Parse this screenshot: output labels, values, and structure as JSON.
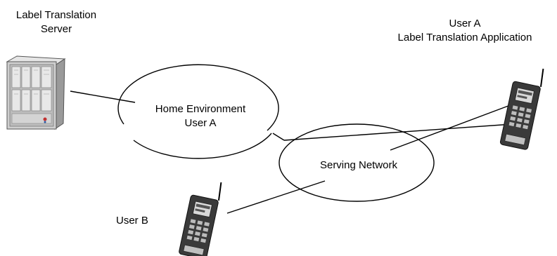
{
  "nodes": {
    "server": {
      "label_line1": "Label Translation",
      "label_line2": "Server",
      "icon": "server-rack-icon"
    },
    "home_environment": {
      "label_line1": "Home Environment",
      "label_line2": "User A"
    },
    "serving_network": {
      "label": "Serving Network"
    },
    "user_a": {
      "label_line1": "User A",
      "label_line2": "Label Translation Application",
      "icon": "mobile-phone-icon"
    },
    "user_b": {
      "label": "User B",
      "icon": "mobile-phone-icon"
    }
  },
  "colors": {
    "stroke": "#000000",
    "server_body": "#cfcfcf",
    "phone_body": "#3a3a3a",
    "phone_screen": "#d9d9d9"
  }
}
